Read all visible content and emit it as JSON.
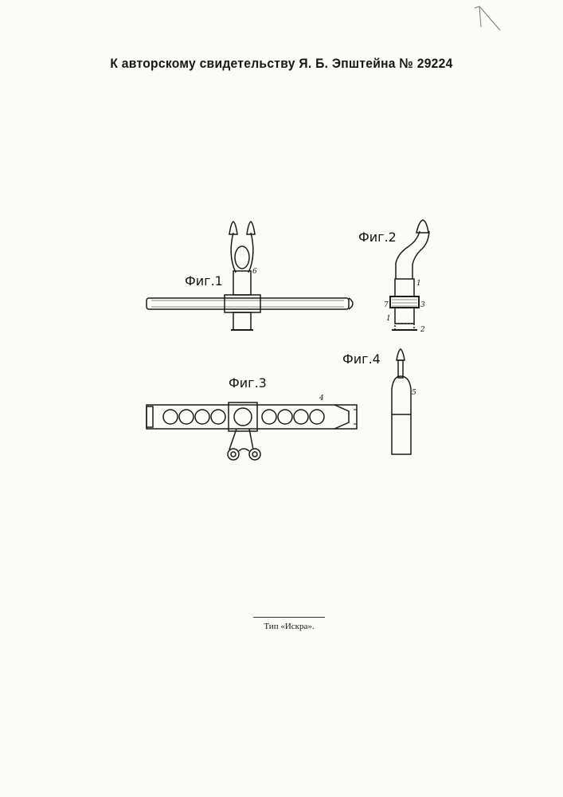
{
  "header": {
    "title": "К авторскому свидетельству Я. Б. Эпштейна № 29224"
  },
  "figures": {
    "fig1": {
      "label": "Фиг.1",
      "callouts": [
        "6"
      ]
    },
    "fig2": {
      "label": "Фиг.2",
      "callouts": [
        "1",
        "7",
        "3",
        "1",
        "2"
      ]
    },
    "fig3": {
      "label": "Фиг.3",
      "callouts": [
        "4"
      ]
    },
    "fig4": {
      "label": "Фиг.4",
      "callouts": [
        "5"
      ]
    }
  },
  "footer": {
    "printer": "Тип «Искра»."
  }
}
